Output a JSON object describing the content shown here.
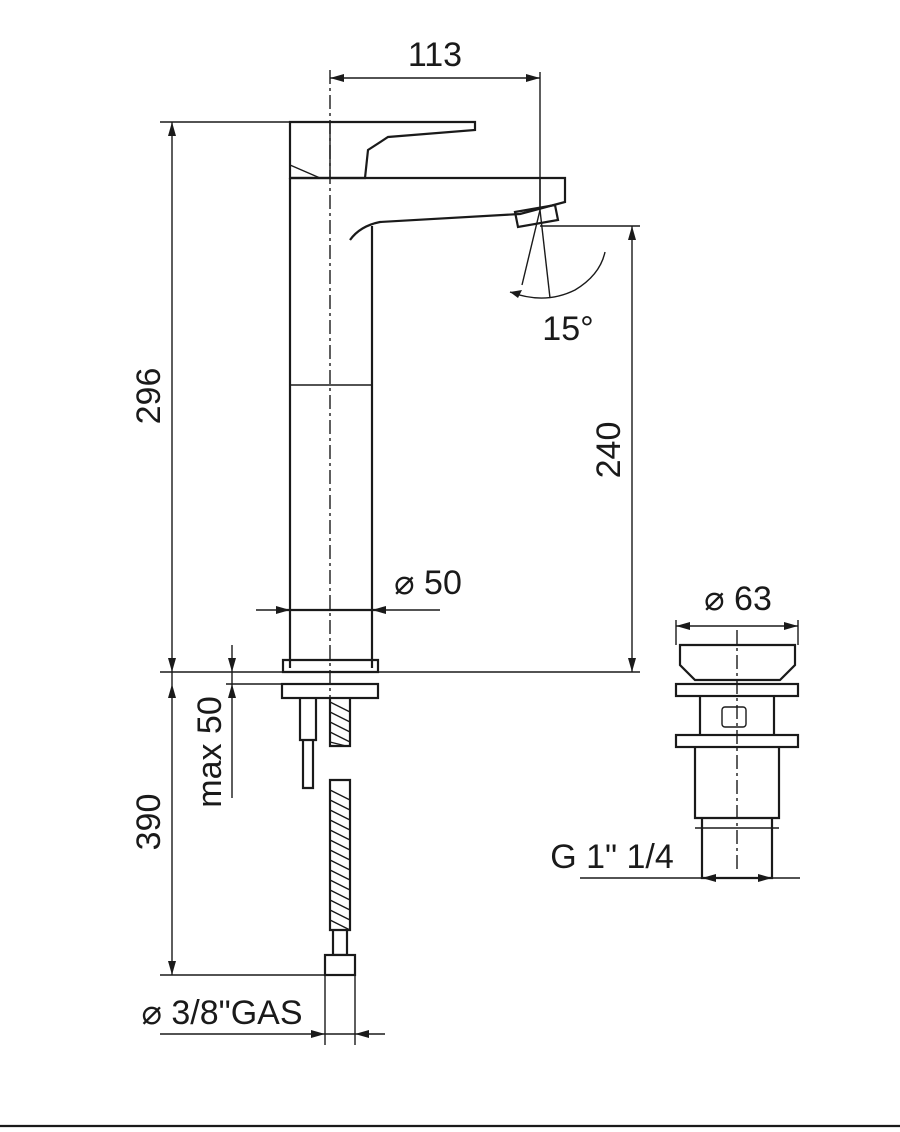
{
  "dimensions": {
    "spout_reach": "113",
    "total_height": "296",
    "outlet_height": "240",
    "swivel_angle": "15°",
    "body_diameter": "⌀ 50",
    "max_deck": "max 50",
    "hose_length": "390",
    "hose_thread": "⌀ 3/8\"GAS",
    "waste_diameter": "⌀ 63",
    "waste_thread": "G 1\" 1/4"
  },
  "colors": {
    "line": "#1a1a1a",
    "background": "#ffffff"
  }
}
